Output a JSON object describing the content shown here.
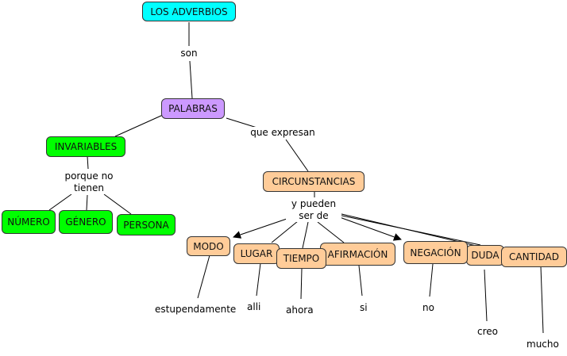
{
  "concepts": {
    "adverbios": "LOS ADVERBIOS",
    "palabras": "PALABRAS",
    "invariables": "INVARIABLES",
    "numero": "NÚMERO",
    "genero": "GÉNERO",
    "persona": "PERSONA",
    "circunstancias": "CIRCUNSTANCIAS",
    "modo": "MODO",
    "lugar": "LUGAR",
    "tiempo": "TIEMPO",
    "afirmacion": "AFIRMACIÓN",
    "negacion": "NEGACIÓN",
    "duda": "DUDA",
    "cantidad": "CANTIDAD"
  },
  "linking_phrases": {
    "son": "son",
    "que_expresan": "que expresan",
    "porque_no_tienen": "porque no tienen",
    "y_pueden_ser_de": "y pueden ser de"
  },
  "examples": {
    "modo": "estupendamente",
    "lugar": "alli",
    "tiempo": "ahora",
    "afirmacion": "si",
    "negacion": "no",
    "duda": "creo",
    "cantidad": "mucho"
  },
  "colors": {
    "root": "#00ffff",
    "palabras": "#cc99ff",
    "invariables": "#00ff00",
    "circunstancias": "#ffcc99"
  }
}
